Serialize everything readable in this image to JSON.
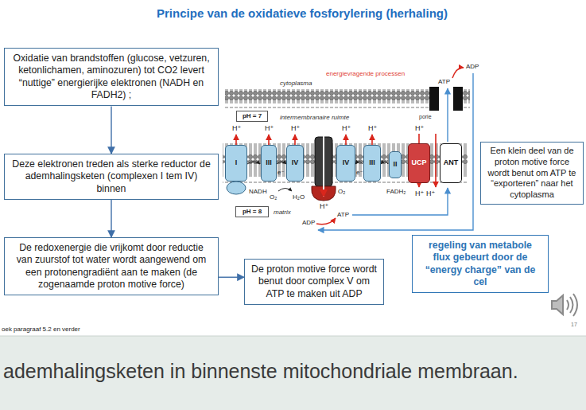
{
  "diagram": {
    "title": "Principe van de oxidatieve fosforylering (herhaling)",
    "caption": "ademhalingsketen in binnenste mitochondriale membraan.",
    "nodes": [
      {
        "text": [
          "Oxidatie van brandstoffen (glucose, vetzuren, ketonlichamen, aminozuren) tot CO2 levert “nuttige” energierijke elektronen (NADH en FADH2) ;"
        ]
      },
      {
        "text": [
          "Deze elektronen treden als sterke reductor de ademhalingsketen (complexen I tem IV) binnen"
        ]
      },
      {
        "text": [
          "De redoxenergie die vrijkomt door reductie van zuurstof tot water wordt aangewend om een protonengradiënt aan te maken (de zogenaamde proton motive force)"
        ]
      },
      {
        "text": [
          "De proton motive force wordt benut door complex V om ATP te maken uit ADP"
        ]
      },
      {
        "text": [
          "regeling van metabole flux gebeurt door de “energy charge” van de cel"
        ]
      },
      {
        "text": [
          "Een klein deel van de proton motive force wordt benut om ATP te “exporteren” naar het cytoplasma"
        ]
      },
      {
        "text": [
          "pH = 7"
        ]
      },
      {
        "text": [
          "I"
        ]
      },
      {
        "text": [
          "III"
        ]
      },
      {
        "text": [
          "IV"
        ]
      },
      {
        "text": [
          "IV"
        ]
      },
      {
        "text": [
          "III"
        ]
      },
      {
        "text": [
          "II"
        ]
      },
      {
        "text": [
          "UCP"
        ]
      },
      {
        "text": [
          "ANT"
        ]
      },
      {
        "text": [
          "pH = 8"
        ]
      }
    ],
    "edges": [
      {
        "from": 0,
        "to": 1,
        "arrow": "to"
      },
      {
        "from": 1,
        "to": 2,
        "arrow": "to"
      },
      {
        "from": 2,
        "to": 3,
        "arrow": "to"
      }
    ],
    "labels": [
      "energievragende processen",
      "ADP",
      "cytoplasma",
      "ATP",
      "intermembranaire ruimte",
      "porie",
      "H⁺",
      "H⁺",
      "H⁺",
      "H⁺",
      "H⁺",
      "H⁺",
      "e⁻",
      "e⁻",
      "NADH",
      "O₂",
      "H₂O",
      "O₂",
      "FADH₂",
      "H⁺",
      "H⁺",
      "H⁺",
      "matrix",
      "ATP",
      "ADP",
      "oek paragraaf 5.2 en verder",
      "17"
    ]
  }
}
